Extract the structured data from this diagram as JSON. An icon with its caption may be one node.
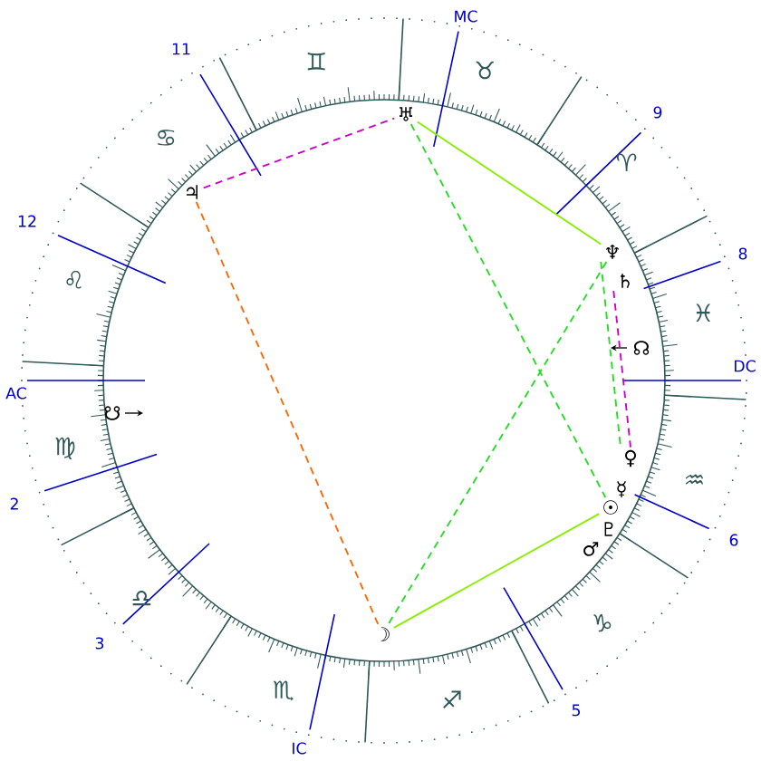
{
  "diagram": {
    "nodes": [
      {
        "text": [
          "♅"
        ]
      },
      {
        "text": [
          "♃"
        ]
      },
      {
        "text": [
          "♆"
        ]
      },
      {
        "text": [
          "♄"
        ]
      },
      {
        "text": [
          "♀"
        ]
      },
      {
        "text": [
          "☉"
        ]
      },
      {
        "text": [
          "☽"
        ]
      }
    ],
    "edges": [
      {
        "from": 1,
        "to": 0,
        "arrow": "none",
        "style": "dashed",
        "color": "#cc00cc"
      },
      {
        "from": 1,
        "to": 6,
        "arrow": "none",
        "style": "dashed",
        "color": "#ff6600"
      },
      {
        "from": 0,
        "to": 2,
        "arrow": "none",
        "color": "#88ee00"
      },
      {
        "from": 0,
        "to": 5,
        "arrow": "none",
        "style": "dashed",
        "color": "#22dd22"
      },
      {
        "from": 2,
        "to": 6,
        "arrow": "none",
        "style": "dashed",
        "color": "#22dd22"
      },
      {
        "from": 6,
        "to": 5,
        "arrow": "none",
        "color": "#88ee00"
      },
      {
        "from": 2,
        "to": 4,
        "arrow": "none",
        "style": "dashed",
        "color": "#22dd22"
      },
      {
        "from": 3,
        "to": 4,
        "arrow": "none",
        "style": "dashed",
        "color": "#cc00cc"
      }
    ],
    "labels": [
      "MC",
      "11",
      "♊",
      "♉",
      "9",
      "♋",
      "♈",
      "12",
      "8",
      "♌",
      "♓",
      "☊",
      "DC",
      "AC",
      "☋",
      "♍",
      "♒",
      "☿",
      "2",
      "♇",
      "6",
      "♂",
      "♎",
      "♑",
      "3",
      "♏",
      "♐",
      "5",
      "IC"
    ]
  }
}
